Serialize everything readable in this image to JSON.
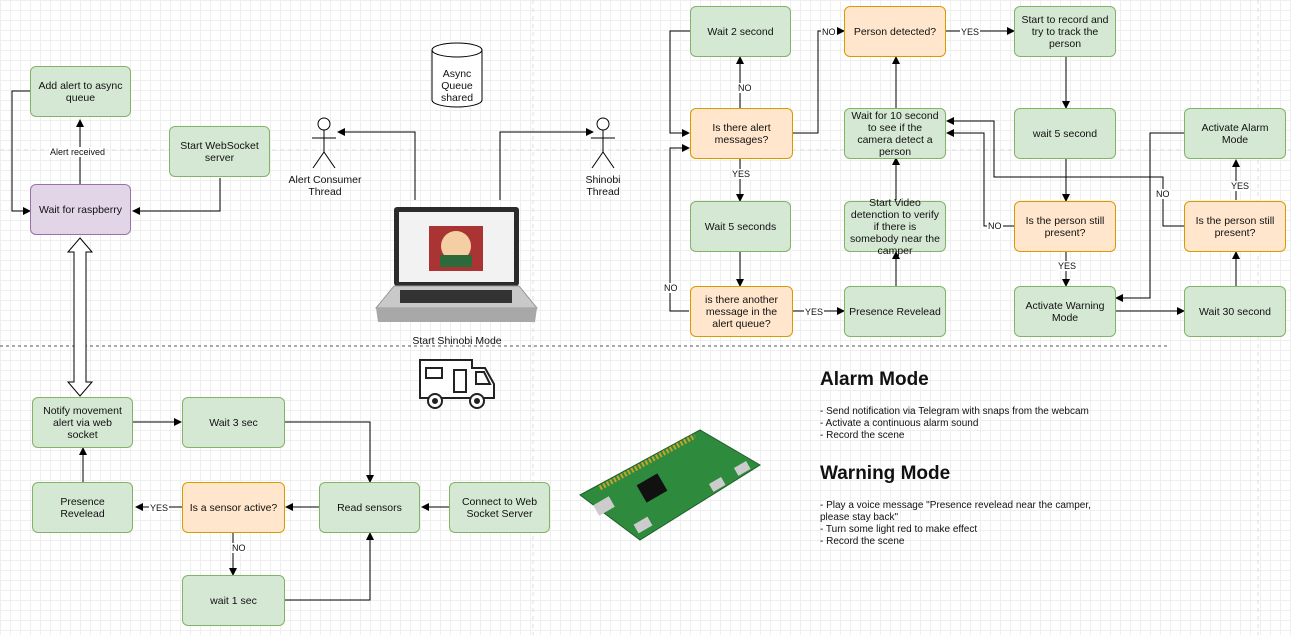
{
  "nodes": {
    "add_alert": "Add alert to async queue",
    "start_ws_server": "Start WebSocket server",
    "wait_raspberry": "Wait for raspberry",
    "notify_movement": "Notify movement alert via web socket",
    "wait_3_sec": "Wait 3 sec",
    "presence_left": "Presence Revelead",
    "sensor_active": "Is a sensor active?",
    "read_sensors": "Read sensors",
    "connect_ws": "Connect to Web Socket Server",
    "wait_1_sec": "wait 1 sec",
    "wait_2_second": "Wait 2 second",
    "person_detected": "Person detected?",
    "start_record": "Start to record and try to track the person",
    "alert_messages": "Is there alert messages?",
    "wait_10_second": "Wait for 10 second to see if the camera detect a person",
    "wait_5_second": "wait 5 second",
    "activate_alarm": "Activate Alarm Mode",
    "wait_5_seconds": "Wait 5 seconds",
    "start_video": "Start Video detenction to verify if there is somebody near the camper",
    "still_present_1": "Is the person still present?",
    "still_present_2": "Is the person still present?",
    "another_message": "is there another message in the alert queue?",
    "presence_right": "Presence Revelead",
    "activate_warning": "Activate Warning Mode",
    "wait_30_second": "Wait 30 second"
  },
  "edge_labels": {
    "alert_received": "Alert received",
    "no_wait2": "NO",
    "yes_alert": "YES",
    "no_loop": "NO",
    "yes_presence": "YES",
    "no_person": "NO",
    "yes_person": "YES",
    "no_still": "NO",
    "yes_still": "YES",
    "no_still2": "NO",
    "yes_alarm": "YES",
    "yes_sensor": "YES",
    "no_sensor": "NO"
  },
  "captions": {
    "async_queue": "Async Queue shared",
    "alert_consumer": "Alert Consumer Thread",
    "shinobi_thread": "Shinobi Thread",
    "start_shinobi_mode": "Start Shinobi Mode"
  },
  "alarm_mode": {
    "title": "Alarm Mode",
    "items": [
      "- Send notification via Telegram with snaps from the webcam",
      "- Activate a continuous alarm sound",
      "- Record the scene"
    ]
  },
  "warning_mode": {
    "title": "Warning Mode",
    "items": [
      "- Play a voice message \"Presence revelead near the camper, please stay back\"",
      "- Turn some light red to make effect",
      "- Record the scene"
    ]
  },
  "colors": {
    "green_fill": "#d5e8d4",
    "green_border": "#82b366",
    "orange_fill": "#ffe6cc",
    "orange_border": "#d79b00",
    "purple_fill": "#e1d5e7",
    "purple_border": "#9673a6"
  },
  "icons": [
    "laptop-icon",
    "camper-van-icon",
    "raspberry-pi-board-icon",
    "cylinder-icon",
    "actor-icon"
  ]
}
